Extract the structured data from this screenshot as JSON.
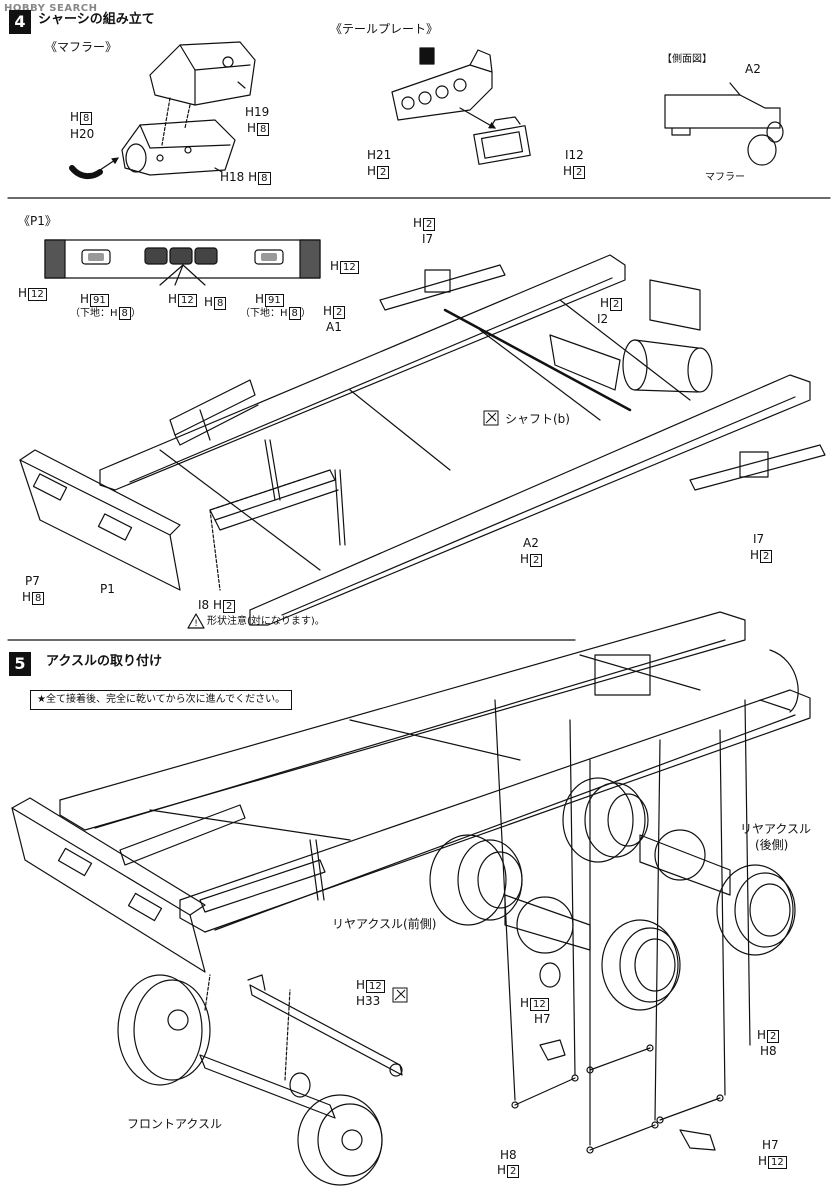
{
  "watermark": "HOBBY SEARCH",
  "step4": {
    "number": "4",
    "title": "シャーシの組み立て",
    "muffler_heading": "《マフラー》",
    "tail_heading": "《テールプレート》",
    "side_view_heading": "【側面図】",
    "side_view_part": "A2",
    "side_view_muffler": "マフラー",
    "h8_part": "H",
    "h8_num": "8",
    "h20_part": "H20",
    "h19_part": "H19",
    "h19_color": "8",
    "h18_part": "H18",
    "h18_color": "8",
    "h21_part": "H21",
    "h21_color": "2",
    "i12_part": "I12",
    "i12_color": "2",
    "p1_heading": "《P1》",
    "p1_left_color": "12",
    "p1_right_color": "12",
    "p1_lamp_left_color": "91",
    "p1_lamp_right_color": "91",
    "p1_lamp_under": "（下地：H",
    "p1_lamp_under_color": "8",
    "p1_lamp_under_close": "）",
    "p1_center_color": "12",
    "p1_center_color2": "8",
    "i7_top_color": "2",
    "i7_top_part": "I7",
    "i2_color": "2",
    "i2_part": "I2",
    "a1_color": "2",
    "a1_part": "A1",
    "shaft_label": "シャフト(b)",
    "a2_part": "A2",
    "a2_color": "2",
    "p7_part": "P7",
    "p7_color": "8",
    "p1_part": "P1",
    "i8_part": "I8",
    "i8_color": "2",
    "warning": "形状注意(対になります)。",
    "i7_right_part": "I7",
    "i7_right_color": "2"
  },
  "step5": {
    "number": "5",
    "title": "アクスルの取り付け",
    "note": "★全て接着後、完全に乾いてから次に進んでください。",
    "rear_axle_rear": "リヤアクスル",
    "rear_axle_rear_sub": "(後側)",
    "rear_axle_front": "リヤアクスル(前側)",
    "front_axle": "フロントアクスル",
    "h12_color": "12",
    "h33_part": "H33",
    "h12b_color": "12",
    "h7_part": "H7",
    "h2_color": "2",
    "h8_part": "H8",
    "h8b_part": "H8",
    "h2b_color": "2",
    "h7b_part": "H7",
    "h12c_color": "12"
  }
}
